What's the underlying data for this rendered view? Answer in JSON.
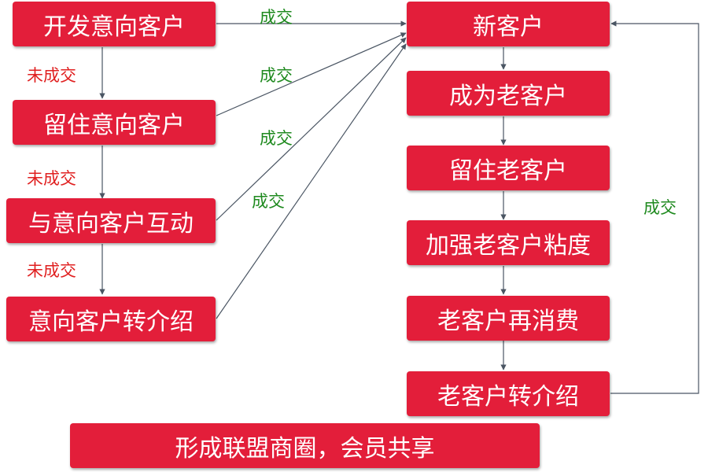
{
  "left_column": [
    {
      "id": "develop",
      "text": "开发意向客户"
    },
    {
      "id": "retain",
      "text": "留住意向客户"
    },
    {
      "id": "interact",
      "text": "与意向客户互动"
    },
    {
      "id": "referral",
      "text": "意向客户转介绍"
    }
  ],
  "right_column": [
    {
      "id": "new",
      "text": "新客户"
    },
    {
      "id": "become-old",
      "text": "成为老客户"
    },
    {
      "id": "retain-old",
      "text": "留住老客户"
    },
    {
      "id": "strengthen",
      "text": "加强老客户粘度"
    },
    {
      "id": "repurchase",
      "text": "老客户再消费"
    },
    {
      "id": "old-referral",
      "text": "老客户转介绍"
    }
  ],
  "bottom_box": {
    "text": "形成联盟商圈，会员共享"
  },
  "edge_labels": {
    "deal": "成交",
    "no_deal": "未成交"
  },
  "colors": {
    "box_fill": "#e31e3a",
    "box_text": "#ffffff",
    "no_deal_label": "#e02020",
    "deal_label": "#1f8a1f",
    "connector": "#4a5563"
  }
}
